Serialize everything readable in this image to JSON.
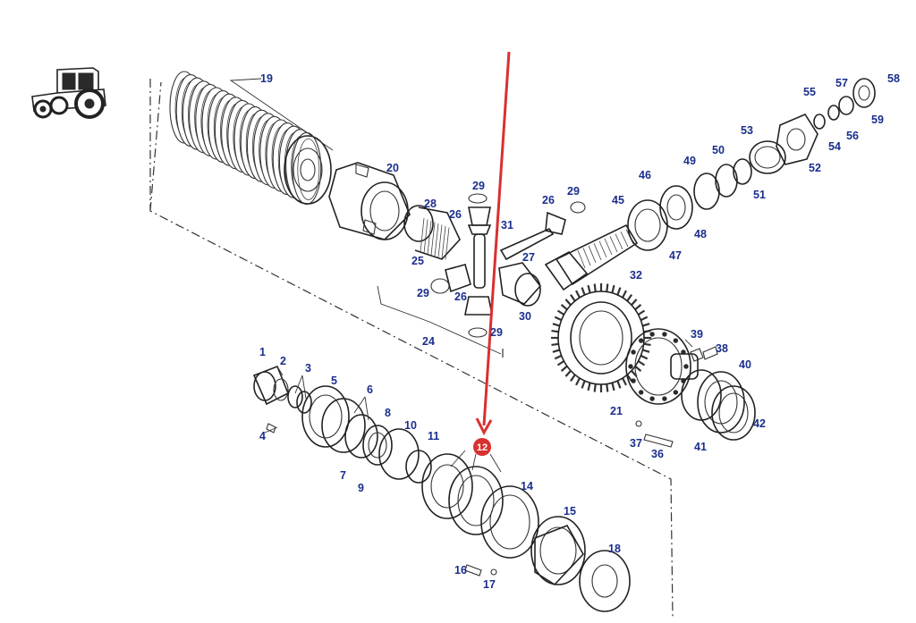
{
  "diagram": {
    "highlight": {
      "label": "12",
      "color": "#d93030"
    },
    "arrow_color": "#d93030",
    "label_color": "#1a2e8c",
    "icons": [
      "tractor-icon"
    ],
    "part_labels": {
      "p1": "1",
      "p2": "2",
      "p3": "3",
      "p4": "4",
      "p5": "5",
      "p6": "6",
      "p7": "7",
      "p8": "8",
      "p9": "9",
      "p10": "10",
      "p11": "11",
      "p14": "14",
      "p15": "15",
      "p16": "16",
      "p17": "17",
      "p18": "18",
      "p19": "19",
      "p20": "20",
      "p21": "21",
      "p24": "24",
      "p25": "25",
      "p26a": "26",
      "p26b": "26",
      "p26c": "26",
      "p27": "27",
      "p28": "28",
      "p29a": "29",
      "p29b": "29",
      "p29c": "29",
      "p29d": "29",
      "p30": "30",
      "p31": "31",
      "p32": "32",
      "p36": "36",
      "p37": "37",
      "p38": "38",
      "p39": "39",
      "p40": "40",
      "p41": "41",
      "p42": "42",
      "p45": "45",
      "p46": "46",
      "p47": "47",
      "p48": "48",
      "p49": "49",
      "p50": "50",
      "p51": "51",
      "p52": "52",
      "p53": "53",
      "p54": "54",
      "p55": "55",
      "p56": "56",
      "p57": "57",
      "p58": "58",
      "p59": "59"
    }
  }
}
